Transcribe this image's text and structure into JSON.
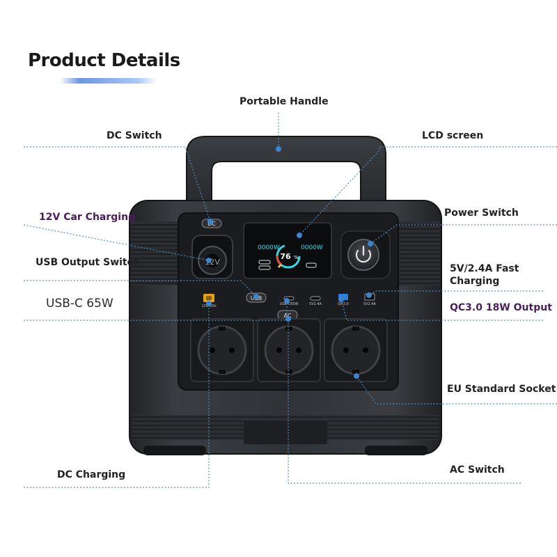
{
  "title": "Product Details",
  "labels": {
    "portable_handle": "Portable Handle",
    "dc_switch": "DC Switch",
    "lcd_screen": "LCD screen",
    "car_charging": "12V Car Charging",
    "power_switch": "Power Switch",
    "usb_output_switch": "USB Output Switch",
    "fast_charging_line1": "5V/2.4A Fast",
    "fast_charging_line2": "Charging",
    "usbc": "USB-C 65W",
    "qc30": "QC3.0 18W Output",
    "eu_socket": "EU Standard Socket",
    "dc_charging": "DC Charging",
    "ac_switch": "AC Switch"
  },
  "device": {
    "dc_button": "DC",
    "usb_button": "USB",
    "ac_button": "AC",
    "car_port": "12V",
    "dc_input": "12V-30V\n100W",
    "usbc_port": "USB-C65W",
    "usb_a_port1": "5V2.4A",
    "qc_port": "QC3.0",
    "usb_a_port2": "5V2.4A",
    "lcd_input": "0000W",
    "lcd_output": "0000W",
    "lcd_percent": "76",
    "lcd_percent_unit": "%"
  },
  "colors": {
    "body": "#2b2d30",
    "panel": "#1a1b1d",
    "leader": "#4f8fc7",
    "lcd_cyan": "#35d7e8",
    "dc_port_yellow": "#e6a21b",
    "qc_port_blue": "#2f7fe0",
    "power_ring": "#5b5f66"
  }
}
